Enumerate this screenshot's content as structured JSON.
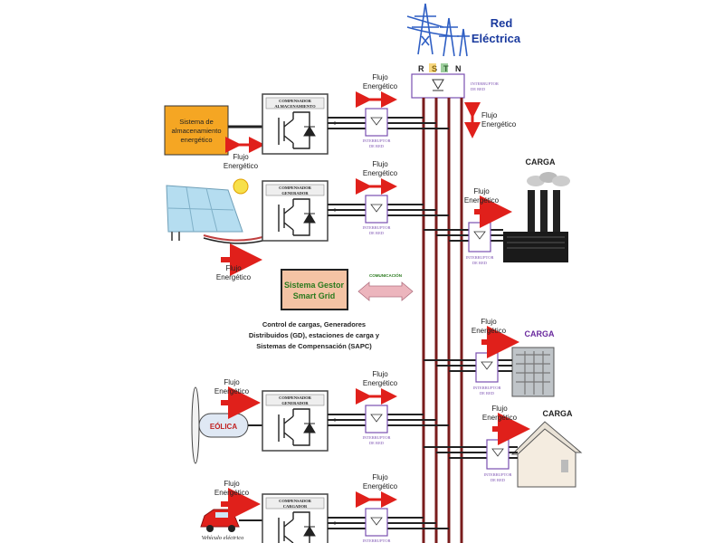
{
  "grid": {
    "title_line1": "Red",
    "title_line2": "Eléctrica",
    "phases": [
      "R",
      "S",
      "T",
      "N"
    ]
  },
  "flow_label_line1": "Flujo",
  "flow_label_line2": "Energético",
  "breaker_label_line1": "INTERRUPTOR",
  "breaker_label_line2": "DE RED",
  "storage": {
    "line1": "Sistema de",
    "line2": "almacenamiento",
    "line3": "energético"
  },
  "compensators": {
    "storage": {
      "line1": "COMPENSADOR",
      "line2": "ALMACENAMIENTO"
    },
    "generator": {
      "line1": "COMPENSADOR",
      "line2": "GENERADOR"
    },
    "charger": {
      "line1": "COMPENSADOR",
      "line2": "CARGADOR"
    }
  },
  "manager": {
    "line1": "Sistema Gestor",
    "line2": "Smart Grid",
    "comm_label": "COMUNICACIÓN"
  },
  "control_text": [
    "Control de cargas, Generadores",
    "Distribuidos (GD), estaciones de carga y",
    "Sistemas de Compensación (SAPC)"
  ],
  "wind_label": "EÓLICA",
  "vehicle_label": "Vehículo eléctrico",
  "load_label": "CARGA",
  "colors": {
    "bus": "#7a1c1c",
    "arrow": "#e0201b",
    "breaker": "#7a4fb0",
    "title": "#1a3a9e",
    "manager_fill": "#f4c3a4",
    "manager_text": "#2a7a1e",
    "storage_fill": "#f5a623",
    "comm": "#ecb5bd",
    "load_purple": "#6a2a9e"
  }
}
